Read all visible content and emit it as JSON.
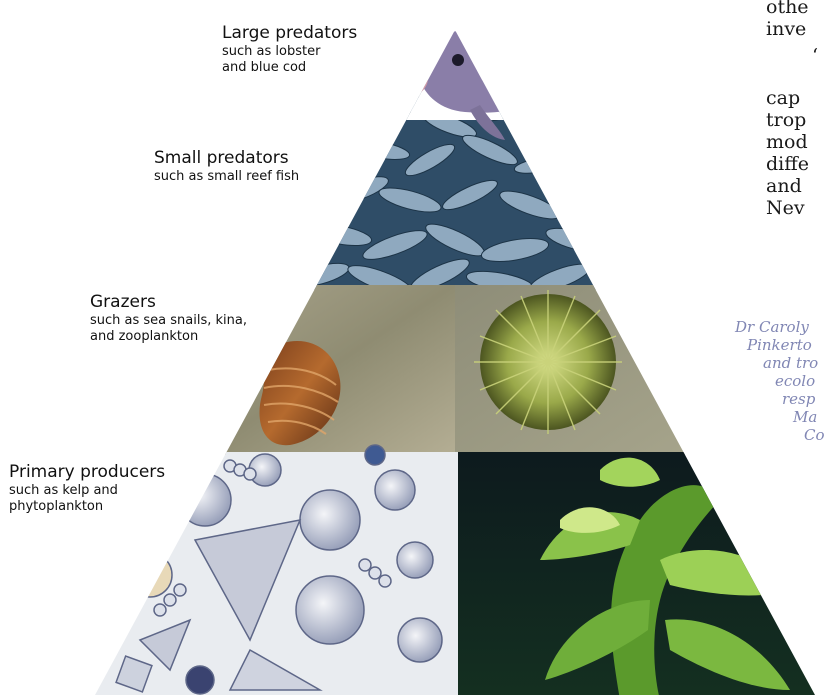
{
  "pyramid_levels": [
    {
      "id": "large-predators",
      "title": "Large predators",
      "subtitle_lines": [
        "such as lobster",
        "and blue cod"
      ]
    },
    {
      "id": "small-predators",
      "title": "Small predators",
      "subtitle_lines": [
        "such as small reef fish"
      ]
    },
    {
      "id": "grazers",
      "title": "Grazers",
      "subtitle_lines": [
        "such as sea snails, kina,",
        "and zooplankton"
      ]
    },
    {
      "id": "primary-producers",
      "title": "Primary producers",
      "subtitle_lines": [
        "such as kelp and",
        "phytoplankton"
      ]
    }
  ],
  "body_text_lines": [
    "othe",
    "inve",
    "",
    "cap",
    "trop",
    "mod",
    "diffe",
    "and",
    "Nev"
  ],
  "caption_lines": [
    "Dr Caroly",
    "Pinkerto",
    "and tro",
    "ecolo",
    "resp",
    "Ma",
    "Co"
  ],
  "colors": {
    "caption": "#8187b4",
    "kelp": "#6fae3a",
    "diatom_bg": "#e9ecf0",
    "fish_school": "#4c6f8f",
    "rock": "#9c9a80"
  }
}
